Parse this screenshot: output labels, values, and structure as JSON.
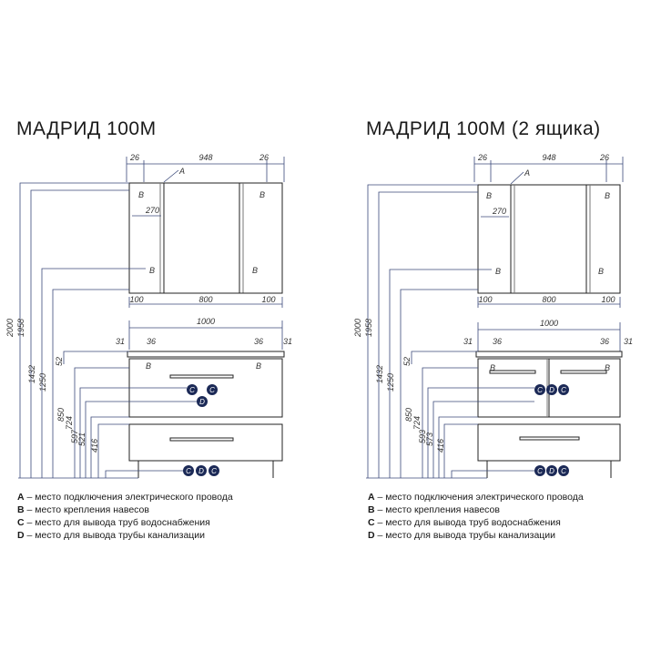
{
  "panels": [
    {
      "title": "МАДРИД 100М",
      "top_widths": [
        "26",
        "948",
        "26"
      ],
      "marker_a": "A",
      "dim_270": "270",
      "cabinet_widths": [
        "100",
        "800",
        "100"
      ],
      "vanity_width": "1000",
      "side_dims": [
        "31",
        "36",
        "36",
        "31"
      ],
      "heights": [
        "2000",
        "1958",
        "1432",
        "1250",
        "52",
        "850",
        "724",
        "597",
        "521",
        "416"
      ],
      "markers": {
        "b": "B",
        "c": "C",
        "d": "D"
      }
    },
    {
      "title": "МАДРИД 100М (2 ящика)",
      "top_widths": [
        "26",
        "948",
        "26"
      ],
      "marker_a": "A",
      "dim_270": "270",
      "cabinet_widths": [
        "100",
        "800",
        "100"
      ],
      "vanity_width": "1000",
      "side_dims": [
        "31",
        "36",
        "36",
        "31"
      ],
      "heights": [
        "2000",
        "1958",
        "1432",
        "1250",
        "52",
        "850",
        "724",
        "593",
        "573",
        "416"
      ],
      "markers": {
        "b": "B",
        "c": "C",
        "d": "D"
      }
    }
  ],
  "legend": [
    {
      "key": "A",
      "text": " – место подключения электрического провода"
    },
    {
      "key": "B",
      "text": " – место крепления навесов"
    },
    {
      "key": "C",
      "text": " – место для вывода труб водоснабжения"
    },
    {
      "key": "D",
      "text": " – место для вывода трубы канализации"
    }
  ],
  "colors": {
    "dimension_line": "#3b4a7a",
    "marker_fill": "#1c2a57",
    "outline": "#222222"
  }
}
